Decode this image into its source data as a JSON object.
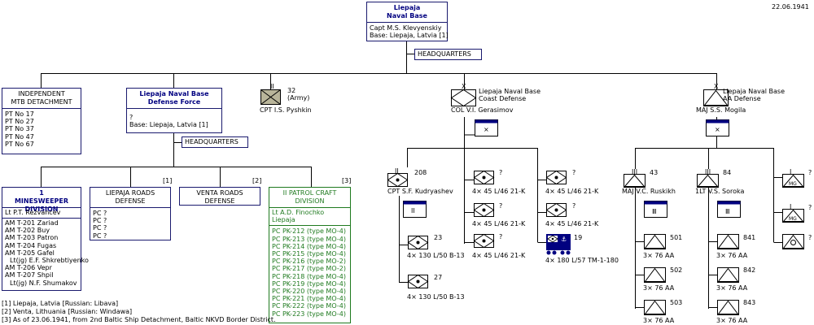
{
  "date": "22.06.1941",
  "root": {
    "title1": "Liepaja",
    "title2": "Naval Base",
    "commander": "Capt  M.S. Klevyenskiy",
    "base": "Base:  Liepaja, Latvia [1]"
  },
  "headquarters_label": "HEADQUARTERS",
  "mtb": {
    "title1": "INDEPENDENT",
    "title2": "MTB DETACHMENT",
    "items": [
      "PT  No 17",
      "PT  No 27",
      "PT  No 37",
      "PT  No 47",
      "PT  No 67"
    ]
  },
  "ldf": {
    "title1": "Liepaja Naval Base",
    "title2": "Defense Force",
    "commander": "?",
    "base": "Base:  Liepaja, Latvia [1]",
    "hq": "HEADQUARTERS"
  },
  "army": {
    "number": "32",
    "note": "(Army)",
    "commander": "CPT  I.S. Pyshkin",
    "echelon": "II"
  },
  "coast": {
    "title1": "Liepaja Naval Base",
    "title2": "Coast Defense",
    "commander": "COL  V.I. Gerasimov",
    "echelon": "X"
  },
  "aa": {
    "title1": "Liepaja Naval Base",
    "title2": "AA Defense",
    "commander": "MAJ  S.S. Mogila",
    "echelon": "X"
  },
  "minesweeper": {
    "echelon": "1",
    "title": "MINESWEEPER DIVISION",
    "commander": "Lt  P.T. Rezvancev",
    "items": [
      "AM  T-201 Zariad",
      "AM  T-202 Buy",
      "AM  T-203 Patron",
      "AM  T-204 Fugas",
      "AM  T-205 Gafel",
      "  Lt(jg)  E.F. Shkrebtiyenko",
      "AM  T-206 Vepr",
      "AM  T-207 Shpil",
      "  Lt(jg)  N.F. Shumakov"
    ]
  },
  "roads_liepaja": {
    "note": "[1]",
    "title1": "LIEPAJA ROADS",
    "title2": "DEFENSE",
    "items": [
      "PC  ?",
      "PC  ?",
      "PC  ?",
      "PC  ?"
    ]
  },
  "roads_venta": {
    "note": "[2]",
    "title1": "VENTA ROADS",
    "title2": "DEFENSE"
  },
  "patrol": {
    "note": "[3]",
    "title1": "II PATROL CRAFT",
    "title2": "DIVISION",
    "commander": "Lt   A.D. Finochko",
    "base": "Liepaja",
    "items": [
      "PC  PK-212 (type MO-4)",
      "PC  PK-213 (type MO-4)",
      "PC  PK-214 (type MO-4)",
      "PC  PK-215 (type MO-4)",
      "PC  PK-216 (type MO-2)",
      "PC  PK-217 (type MO-2)",
      "PC  PK-218 (type MO-4)",
      "PC  PK-219 (type MO-4)",
      "PC  PK-220 (type MO-4)",
      "PC  PK-221 (type MO-4)",
      "PC  PK-222 (type MO-4)",
      "PC  PK-223 (type MO-4)"
    ]
  },
  "footnotes": [
    "[1] Liepaja, Latvia [Russian: Libava]",
    "[2] Venta, Lithuania [Russian: Windawa]",
    "[3] As of 23.06.1941, from 2nd Baltic Ship Detachment, Baltic NKVD Border District."
  ],
  "coast_units": {
    "bn208": {
      "number": "208",
      "commander": "CPT  S.F. Kudryashev",
      "echelon": "II"
    },
    "b23": {
      "number": "23",
      "caption": "4× 130 L/50 B-13"
    },
    "b27": {
      "number": "27",
      "caption": "4× 130 L/50 B-13"
    },
    "c1": {
      "number": "?",
      "caption": "4× 45 L/46 21-K"
    },
    "c2": {
      "number": "?",
      "caption": "4× 45 L/46 21-K"
    },
    "c3": {
      "number": "?",
      "caption": "4× 45 L/46 21-K"
    },
    "d1": {
      "number": "?",
      "caption": "4× 45 L/46 21-K"
    },
    "d2": {
      "number": "?",
      "caption": "4× 45 L/46 21-K"
    },
    "rail19": {
      "number": "19",
      "caption": "4× 180 L/57 TM-1-180"
    }
  },
  "aa_units": {
    "r43": {
      "number": "43",
      "commander": "MAJ  V.C. Ruskikh"
    },
    "r84": {
      "number": "84",
      "commander": "1LT  V.S. Soroka"
    },
    "b501": {
      "number": "501",
      "caption": "3× 76 AA"
    },
    "b502": {
      "number": "502",
      "caption": "3× 76 AA"
    },
    "b503": {
      "number": "503",
      "caption": "3× 76 AA"
    },
    "b841": {
      "number": "841",
      "caption": "3× 76 AA"
    },
    "b842": {
      "number": "842",
      "caption": "3× 76 AA"
    },
    "b843": {
      "number": "843",
      "caption": "3× 76 AA"
    },
    "mg1": {
      "number": "?",
      "label": "MG"
    },
    "mg2": {
      "number": "?",
      "label": "MG"
    },
    "q3": {
      "number": "?"
    }
  }
}
